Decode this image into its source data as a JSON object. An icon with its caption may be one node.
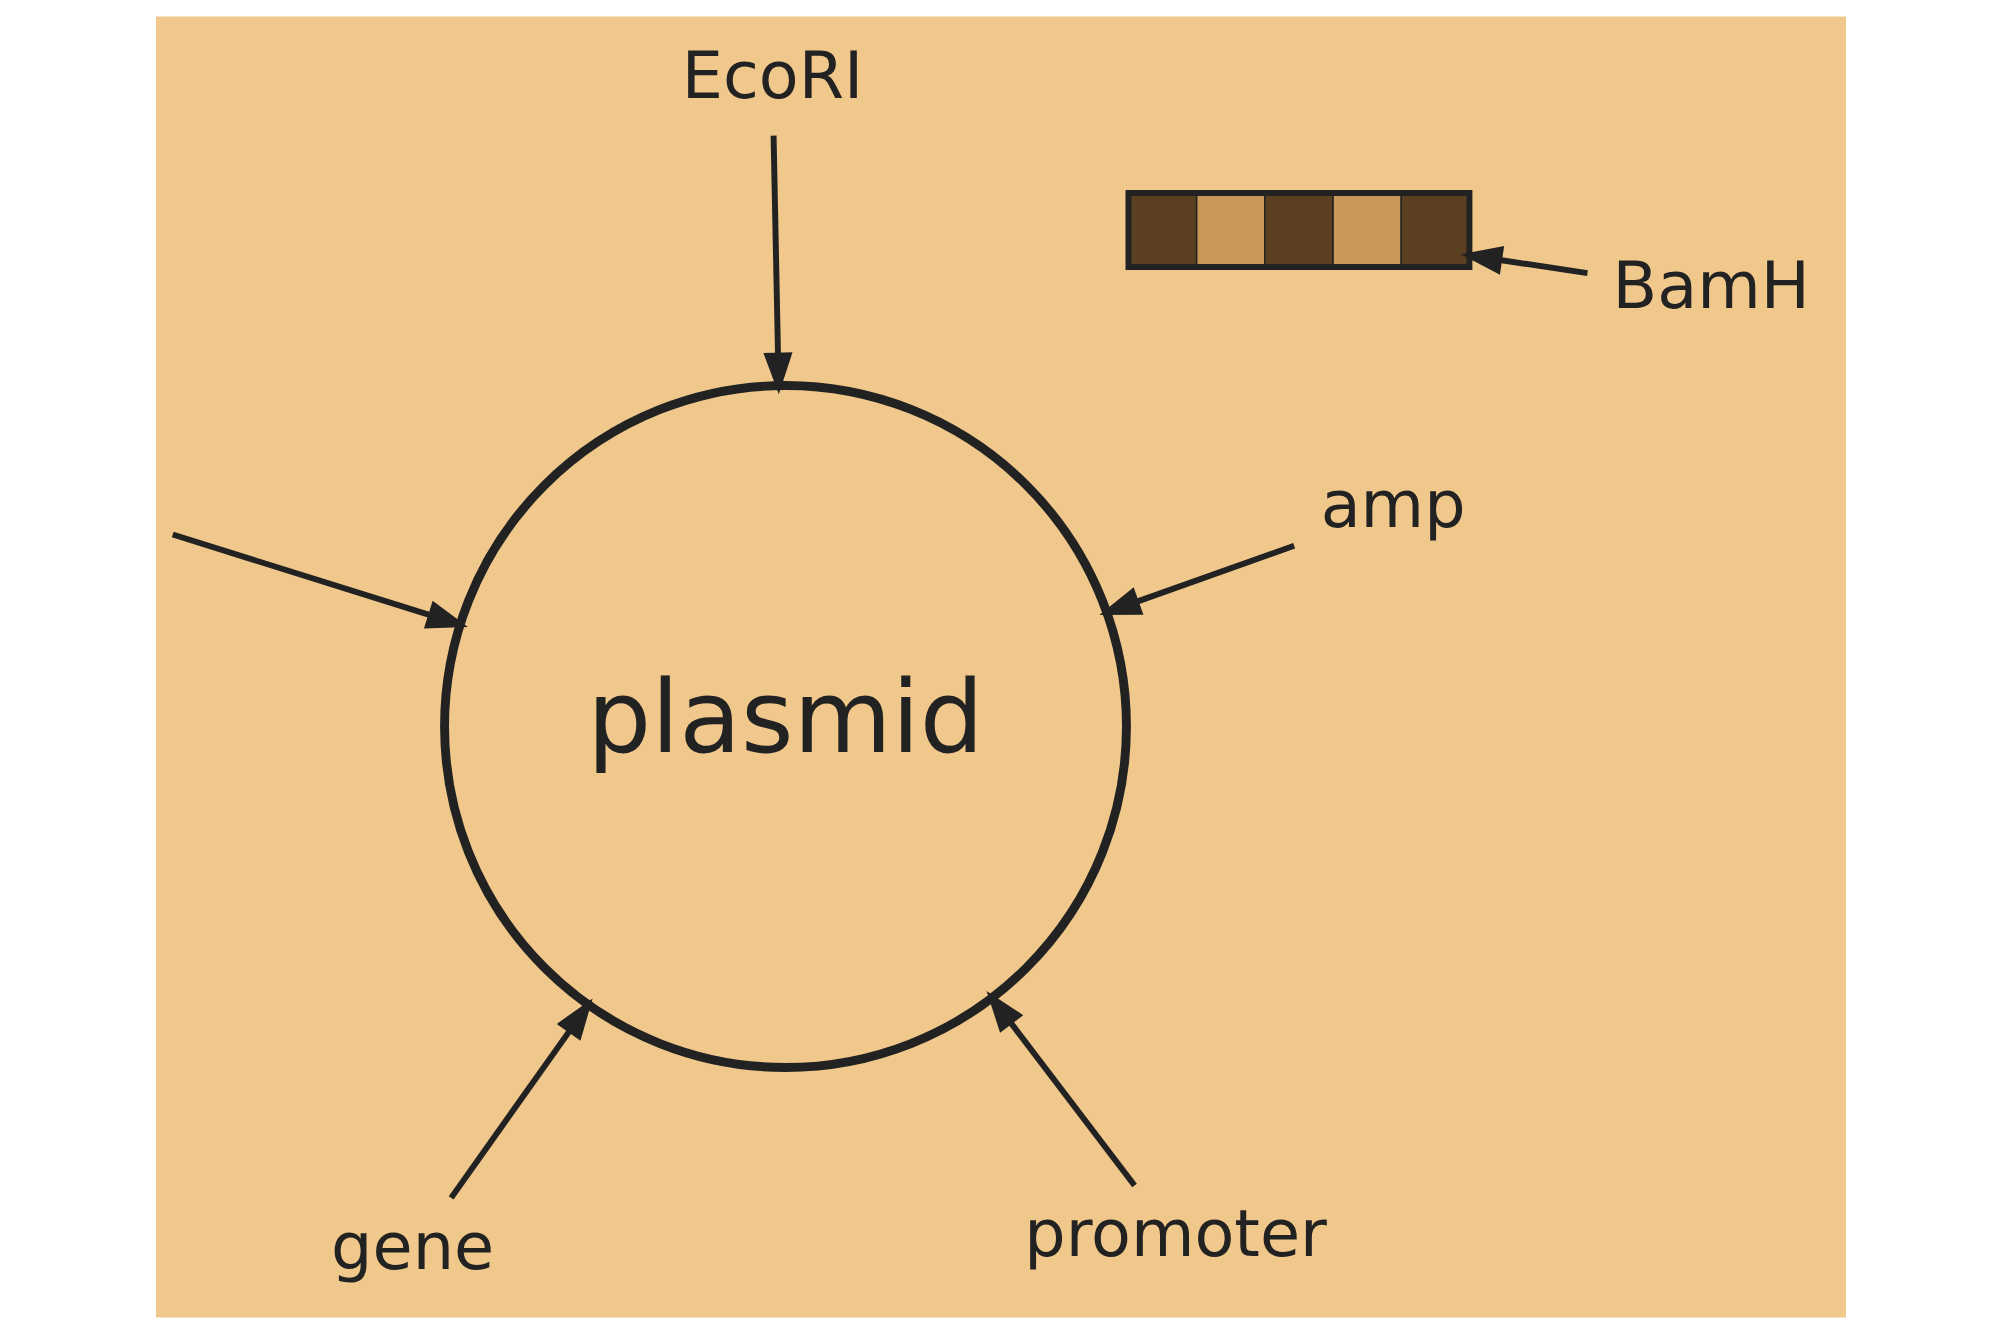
{
  "diagram": {
    "nodes": [
      {
        "text": [
          "gene"
        ]
      },
      {
        "text": [
          "promoter"
        ]
      },
      {
        "text": [
          "plasmid"
        ]
      },
      {
        "text": [],
        "shape": "bar"
      },
      {
        "text": [
          "BamH"
        ]
      },
      {
        "text": [
          "EcoRI"
        ]
      },
      {
        "text": [
          "amp"
        ]
      }
    ],
    "edges": [
      {
        "from": 0,
        "to": 2,
        "arrow": "to"
      },
      {
        "from": 1,
        "to": 2,
        "arrow": "to"
      },
      {
        "from": 4,
        "to": 3,
        "arrow": "to"
      },
      {
        "from": 5,
        "to": 2,
        "arrow": "to"
      },
      {
        "from": 6,
        "to": 2,
        "arrow": "to"
      },
      {
        "from": null,
        "to": 2,
        "arrow": "to"
      }
    ]
  }
}
